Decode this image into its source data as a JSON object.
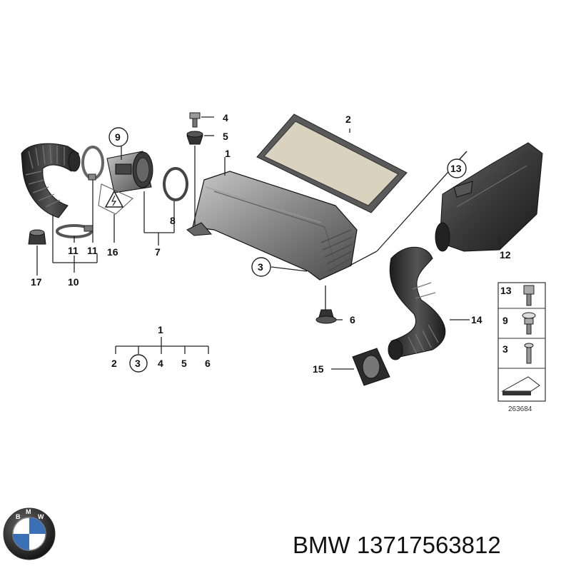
{
  "diagram": {
    "callouts": {
      "c1": "1",
      "c2": "2",
      "c3": "3",
      "c4": "4",
      "c5": "5",
      "c6": "6",
      "c7": "7",
      "c8": "8",
      "c9": "9",
      "c10": "10",
      "c11a": "11",
      "c11b": "11",
      "c11c": "11",
      "c12": "12",
      "c13": "13",
      "c14": "14",
      "c15": "15",
      "c16": "16",
      "c17": "17"
    },
    "tree": {
      "root": "1",
      "children": [
        "2",
        "3",
        "4",
        "5",
        "6"
      ]
    },
    "legend": {
      "rows": [
        "13",
        "9",
        "3"
      ]
    },
    "image_number": "263684"
  },
  "footer": {
    "brand": "BMW",
    "part_number": "13717563812"
  },
  "colors": {
    "part_dark": "#2b2b2b",
    "part_mid": "#555555",
    "part_light": "#8a8a8a",
    "filter_tan": "#d9d2bf",
    "line": "#222222"
  },
  "icons": {
    "logo": "bmw-roundel-icon",
    "warning": "electrical-warning-icon",
    "arrow": "direction-arrow-icon"
  }
}
